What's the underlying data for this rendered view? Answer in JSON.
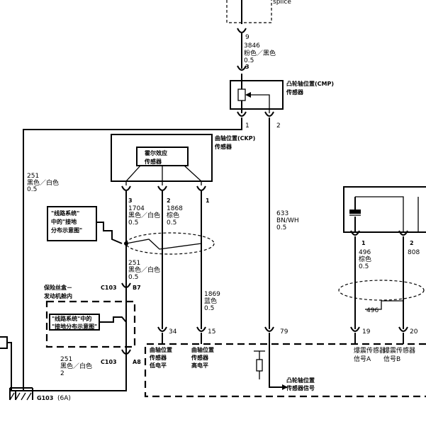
{
  "top": {
    "splice": "splice",
    "pin_9": "9",
    "circuit_3846": "3846",
    "color_3846": "粉色／黑色",
    "gauge_3846": "0.5",
    "pin_3": "3"
  },
  "cmp_sensor": {
    "label_1": "凸轮轴位置(CMP)",
    "label_2": "传感器",
    "pin_1": "1",
    "pin_2": "2"
  },
  "ckp_sensor": {
    "label_1": "曲轴位置(CKP)",
    "label_2": "传感器",
    "hall_1": "霍尔效应",
    "hall_2": "传感器",
    "pin_3": "3",
    "pin_2": "2",
    "pin_1": "1"
  },
  "wires": {
    "w251_top": {
      "circuit": "251",
      "color": "黑色／白色",
      "gauge": "0.5"
    },
    "w1704": {
      "circuit": "1704",
      "color": "黑色／白色",
      "gauge": "0.5"
    },
    "w1868": {
      "circuit": "1868",
      "color": "棕色",
      "gauge": "0.5"
    },
    "w633": {
      "circuit": "633",
      "color": "BN/WH",
      "gauge": "0.5"
    },
    "w251_mid": {
      "circuit": "251",
      "color": "黑色／白色",
      "gauge": "0.5"
    },
    "w1869": {
      "circuit": "1869",
      "color": "蓝色",
      "gauge": "0.5"
    },
    "w251_bot": {
      "circuit": "251",
      "color": "黑色／白色",
      "gauge": "2"
    },
    "w496": {
      "circuit": "496",
      "color": "棕色",
      "gauge": "0.5"
    },
    "w808": {
      "circuit": "808"
    },
    "w496_b": {
      "circuit": "496"
    }
  },
  "notes": {
    "ground_dist_1": "\"线路系统\"",
    "ground_dist_2": "中的\"接地",
    "ground_dist_3": "分布示意图\"",
    "fuse_box_1": "保险丝盒－",
    "fuse_box_2": "发动机舱内",
    "fuse_inner_1": "\"线路系统\"中的",
    "fuse_inner_2": "\"接地分布示意图\""
  },
  "connectors": {
    "c103_b7": "C103",
    "b7": "B7",
    "c103_a8": "C103",
    "a8": "A8",
    "g103": "G103",
    "g103_note": "(6A)"
  },
  "ecm_pins": {
    "p34": "34",
    "p34_l1": "曲轴位置",
    "p34_l2": "传感器",
    "p34_l3": "低电平",
    "p15": "15",
    "p15_l1": "曲轴位置",
    "p15_l2": "传感器",
    "p15_l3": "高电平",
    "p79": "79",
    "cmp_sig_1": "凸轮轴位置",
    "cmp_sig_2": "传感器信号",
    "p19": "19",
    "ks_a_1": "爆震传感器",
    "ks_a_2": "信号A",
    "p20": "20",
    "ks_b_1": "爆震传感器",
    "ks_b_2": "信号B"
  },
  "knock": {
    "pin_1": "1",
    "pin_2": "2"
  }
}
